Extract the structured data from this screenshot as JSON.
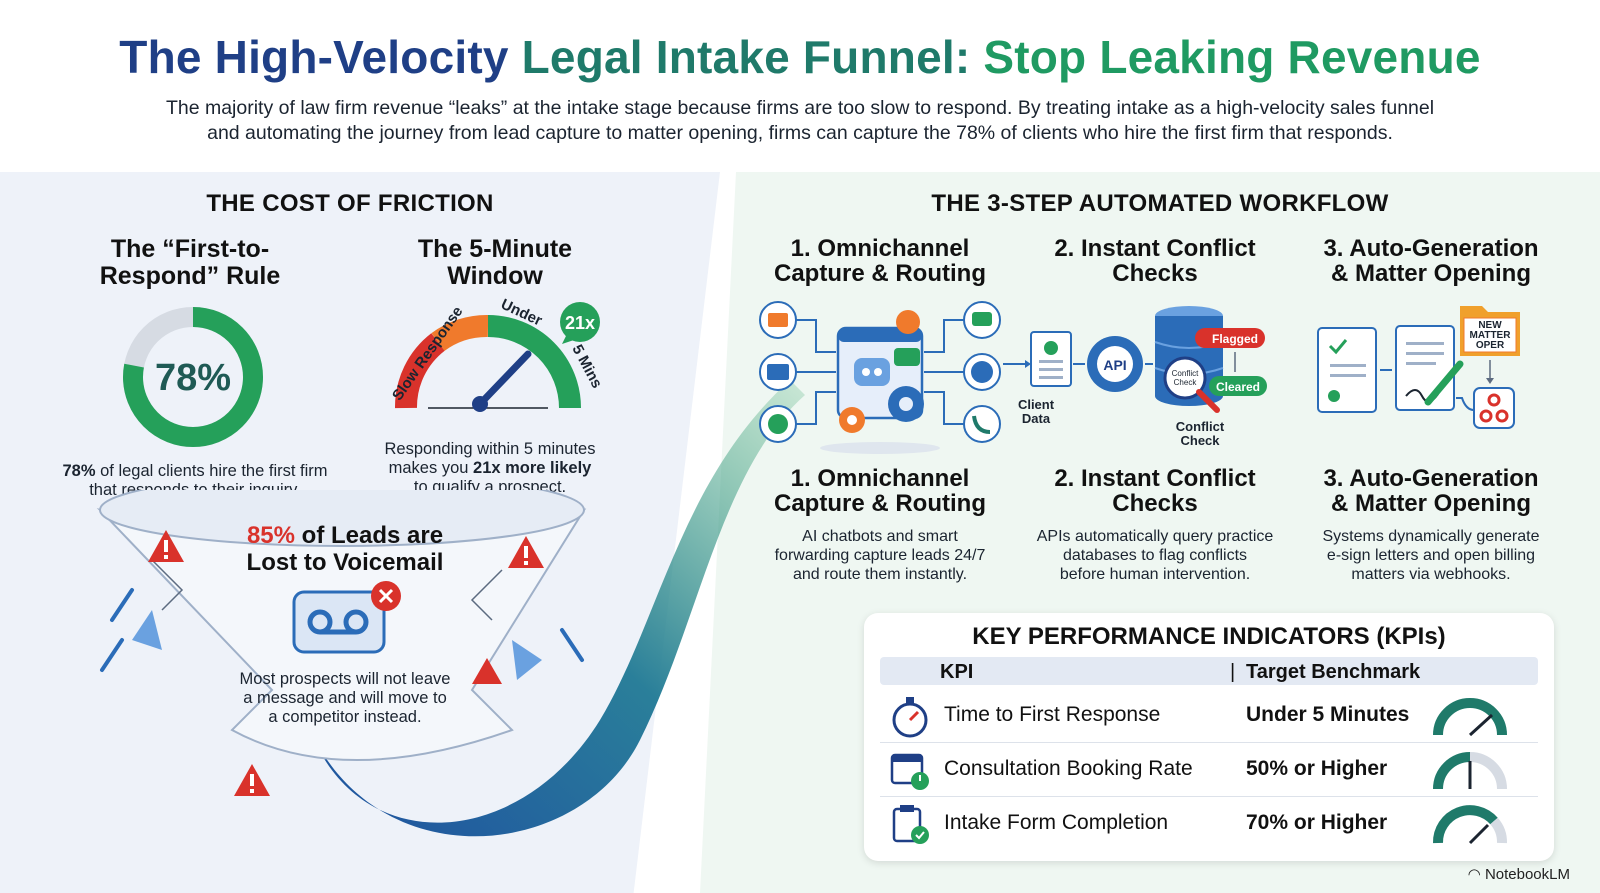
{
  "header": {
    "title_part1": "The High-Velocity ",
    "title_part2": "Legal Intake Funnel: ",
    "title_part3": "Stop Leaking Revenue",
    "intro_line1": "The majority of law firm revenue “leaks” at the intake stage because firms are too slow to respond. By treating intake as a high-velocity sales funnel",
    "intro_line2": "and automating the journey from lead capture to matter opening, firms can capture the 78% of clients who hire the first firm that responds."
  },
  "cost": {
    "heading": "THE COST OF FRICTION",
    "first_rule": {
      "title_line1": "The “First-to-",
      "title_line2": "Respond” Rule",
      "percent_label": "78%",
      "percent_value": 0.78,
      "desc_bold": "78%",
      "desc_line1_rest": " of legal clients hire the first firm",
      "desc_line2": "that responds to their inquiry."
    },
    "five_min": {
      "title_line1": "The 5-Minute",
      "title_line2": "Window",
      "gauge_left_label": "Slow Response",
      "gauge_under_label": "Under",
      "gauge_right_label": "5 Mins",
      "badge": "21x",
      "desc_line1": "Responding within 5 minutes",
      "desc_line2_pre": "makes you ",
      "desc_line2_bold": "21x more likely",
      "desc_line3": "to qualify a prospect."
    },
    "voicemail": {
      "title_pct": "85%",
      "title_rest": " of Leads are",
      "title_line2": "Lost to Voicemail",
      "desc_line1": "Most prospects will not leave",
      "desc_line2": "a message and will move to",
      "desc_line3": "a competitor instead."
    }
  },
  "workflow": {
    "heading": "THE 3-STEP AUTOMATED WORKFLOW",
    "steps": [
      {
        "title_line1": "1. Omnichannel",
        "title_line2": "Capture & Routing",
        "desc_line1": "AI chatbots and smart",
        "desc_line2": "forwarding capture leads 24/7",
        "desc_line3": "and route them instantly."
      },
      {
        "title_line1": "2. Instant Conflict",
        "title_line2": "Checks",
        "desc_line1": "APIs automatically query practice",
        "desc_line2": "databases to flag conflicts",
        "desc_line3": "before human intervention."
      },
      {
        "title_line1": "3. Auto-Generation",
        "title_line2": "& Matter Opening",
        "desc_line1": "Systems dynamically generate",
        "desc_line2": "e-sign letters and open billing",
        "desc_line3": "matters via webhooks."
      }
    ],
    "diagram": {
      "client_data_line1": "Client",
      "client_data_line2": "Data",
      "api_label": "API",
      "flagged": "Flagged",
      "cleared": "Cleared",
      "conflict_check_small_line1": "Conflict",
      "conflict_check_small_line2": "Check",
      "conflict_check_line1": "Conflict",
      "conflict_check_line2": "Check",
      "folder_line1": "NEW",
      "folder_line2": "MATTER",
      "folder_line3": "OPER"
    }
  },
  "kpi": {
    "title": "KEY PERFORMANCE INDICATORS (KPIs)",
    "col_kpi": "KPI",
    "col_target": "Target Benchmark",
    "rows": [
      {
        "name": "Time to First Response",
        "target": "Under 5 Minutes",
        "icon": "stopwatch-icon"
      },
      {
        "name": "Consultation Booking Rate",
        "target": "50% or Higher",
        "icon": "calendar-clock-icon"
      },
      {
        "name": "Intake Form Completion",
        "target": "70% or Higher",
        "icon": "clipboard-check-icon"
      }
    ]
  },
  "footer": {
    "brand": "NotebookLM"
  },
  "colors": {
    "navy": "#1f3f86",
    "teal": "#1f7a6a",
    "green": "#1f9a62",
    "red": "#d9322b",
    "blue": "#2b6cb8"
  }
}
